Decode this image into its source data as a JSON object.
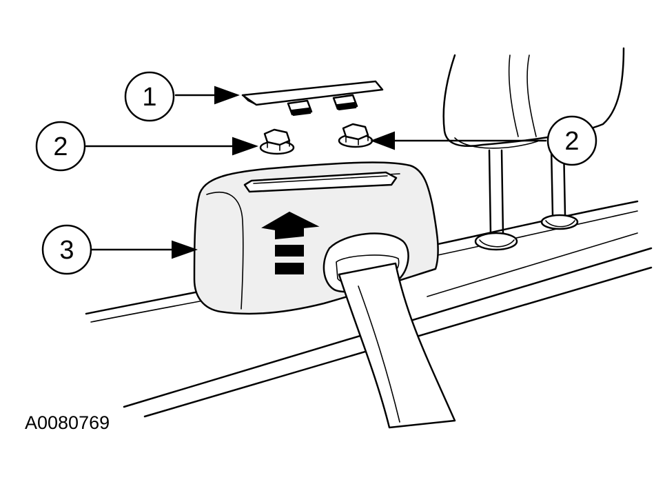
{
  "callouts": [
    {
      "id": "1"
    },
    {
      "id": "2"
    },
    {
      "id": "2"
    },
    {
      "id": "3"
    }
  ],
  "figure_id": "A0080769"
}
